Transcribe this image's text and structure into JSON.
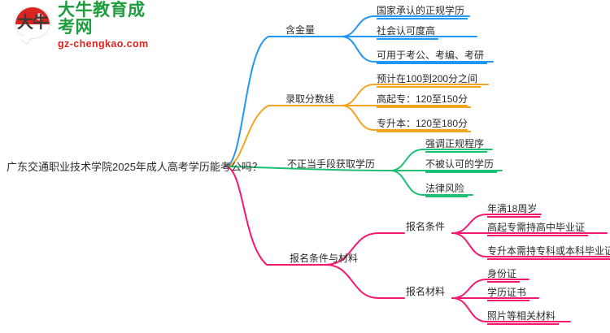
{
  "logo": {
    "mark_glyph": "大牛",
    "title": "大牛教育成考网",
    "subtitle": "gz-chengkao.com",
    "title_color": "#1e9c3e",
    "subtitle_color": "#d9241f",
    "mark_color": "#d9241f"
  },
  "mindmap": {
    "root": "广东交通职业技术学院2025年成人高考学历能考公吗？",
    "branches": [
      {
        "label": "含金量",
        "color": "#2196f3",
        "children": [
          {
            "label": "国家承认的正规学历"
          },
          {
            "label": "社会认可度高"
          },
          {
            "label": "可用于考公、考编、考研"
          }
        ]
      },
      {
        "label": "录取分数线",
        "color": "#f2a521",
        "children": [
          {
            "label": "预计在100到200分之间"
          },
          {
            "label": "高起专：120至150分"
          },
          {
            "label": "专升本：120至180分"
          }
        ]
      },
      {
        "label": "不正当手段获取学历",
        "color": "#1dbf73",
        "children": [
          {
            "label": "强调正规程序"
          },
          {
            "label": "不被认可的学历"
          },
          {
            "label": "法律风险"
          }
        ]
      },
      {
        "label": "报名条件与材料",
        "color": "#f5186f",
        "children": [
          {
            "label": "报名条件",
            "children": [
              {
                "label": "年满18周岁"
              },
              {
                "label": "高起专需持高中毕业证"
              },
              {
                "label": "专升本需持专科或本科毕业证"
              }
            ]
          },
          {
            "label": "报名材料",
            "children": [
              {
                "label": "身份证"
              },
              {
                "label": "学历证书"
              },
              {
                "label": "照片等相关材料"
              }
            ]
          }
        ]
      }
    ]
  }
}
